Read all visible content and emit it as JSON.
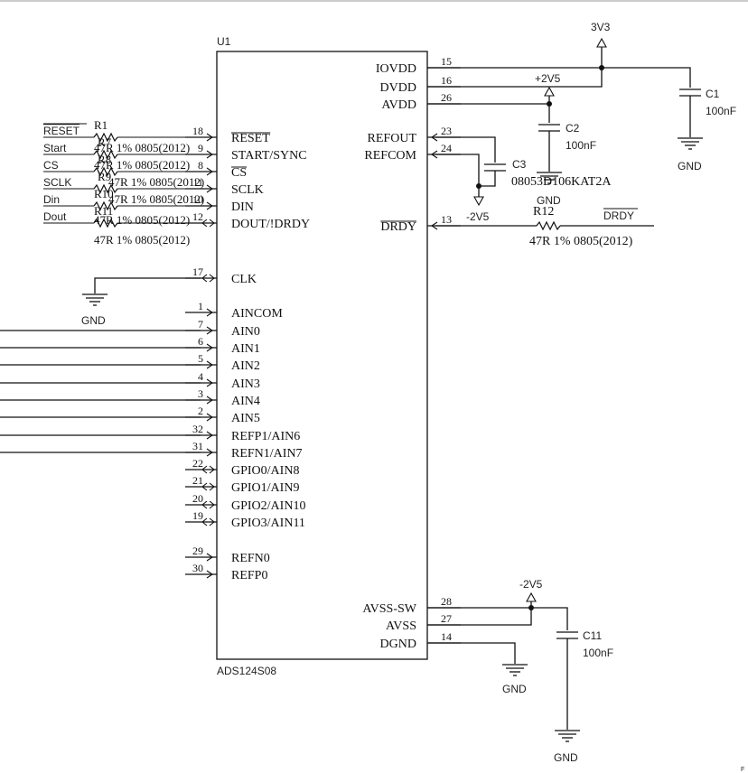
{
  "chip": {
    "refdes": "U1",
    "part": "ADS124S08",
    "left_pins": [
      {
        "num": "18",
        "name": "RESET",
        "overline": true
      },
      {
        "num": "9",
        "name": "START/SYNC"
      },
      {
        "num": "8",
        "name": "CS",
        "overline": true
      },
      {
        "num": "11",
        "name": "SCLK"
      },
      {
        "num": "10",
        "name": "DIN"
      },
      {
        "num": "12",
        "name": "DOUT/!DRDY"
      },
      {
        "num": "17",
        "name": "CLK"
      },
      {
        "num": "1",
        "name": "AINCOM"
      },
      {
        "num": "7",
        "name": "AIN0"
      },
      {
        "num": "6",
        "name": "AIN1"
      },
      {
        "num": "5",
        "name": "AIN2"
      },
      {
        "num": "4",
        "name": "AIN3"
      },
      {
        "num": "3",
        "name": "AIN4"
      },
      {
        "num": "2",
        "name": "AIN5"
      },
      {
        "num": "32",
        "name": "REFP1/AIN6"
      },
      {
        "num": "31",
        "name": "REFN1/AIN7"
      },
      {
        "num": "22",
        "name": "GPIO0/AIN8"
      },
      {
        "num": "21",
        "name": "GPIO1/AIN9"
      },
      {
        "num": "20",
        "name": "GPIO2/AIN10"
      },
      {
        "num": "19",
        "name": "GPIO3/AIN11"
      },
      {
        "num": "29",
        "name": "REFN0"
      },
      {
        "num": "30",
        "name": "REFP0"
      }
    ],
    "right_pins": [
      {
        "num": "15",
        "name": "IOVDD"
      },
      {
        "num": "16",
        "name": "DVDD"
      },
      {
        "num": "26",
        "name": "AVDD"
      },
      {
        "num": "23",
        "name": "REFOUT"
      },
      {
        "num": "24",
        "name": "REFCOM"
      },
      {
        "num": "13",
        "name": "DRDY",
        "overline": true
      },
      {
        "num": "28",
        "name": "AVSS-SW"
      },
      {
        "num": "27",
        "name": "AVSS"
      },
      {
        "num": "14",
        "name": "DGND"
      }
    ]
  },
  "nets": {
    "v3v3": "3V3",
    "v2v5p": "+2V5",
    "v2v5n_ref": "-2V5",
    "v2v5n_avss": "-2V5",
    "gnd": "GND",
    "drdy_out": "DRDY",
    "sig_reset": "RESET",
    "sig_start": "Start",
    "sig_cs": "CS",
    "sig_sclk": "SCLK",
    "sig_din": "Din",
    "sig_dout": "Dout"
  },
  "resistors": [
    {
      "ref": "R1",
      "value": "47R 1% 0805(2012)"
    },
    {
      "ref": "R7",
      "value": "47R 1% 0805(2012)"
    },
    {
      "ref": "R8",
      "value": "47R 1% 0805(2012)"
    },
    {
      "ref": "R9",
      "value": "47R 1% 0805(2012)"
    },
    {
      "ref": "R10",
      "value": "47R 1% 0805(2012)"
    },
    {
      "ref": "R11",
      "value": "47R 1% 0805(2012)"
    },
    {
      "ref": "R12",
      "value": "47R 1% 0805(2012)"
    }
  ],
  "capacitors": [
    {
      "ref": "C1",
      "value": "100nF"
    },
    {
      "ref": "C2",
      "value": "100nF"
    },
    {
      "ref": "C3",
      "value": "08053D106KAT2A"
    },
    {
      "ref": "C11",
      "value": "100nF"
    }
  ],
  "corner_mark": "F"
}
